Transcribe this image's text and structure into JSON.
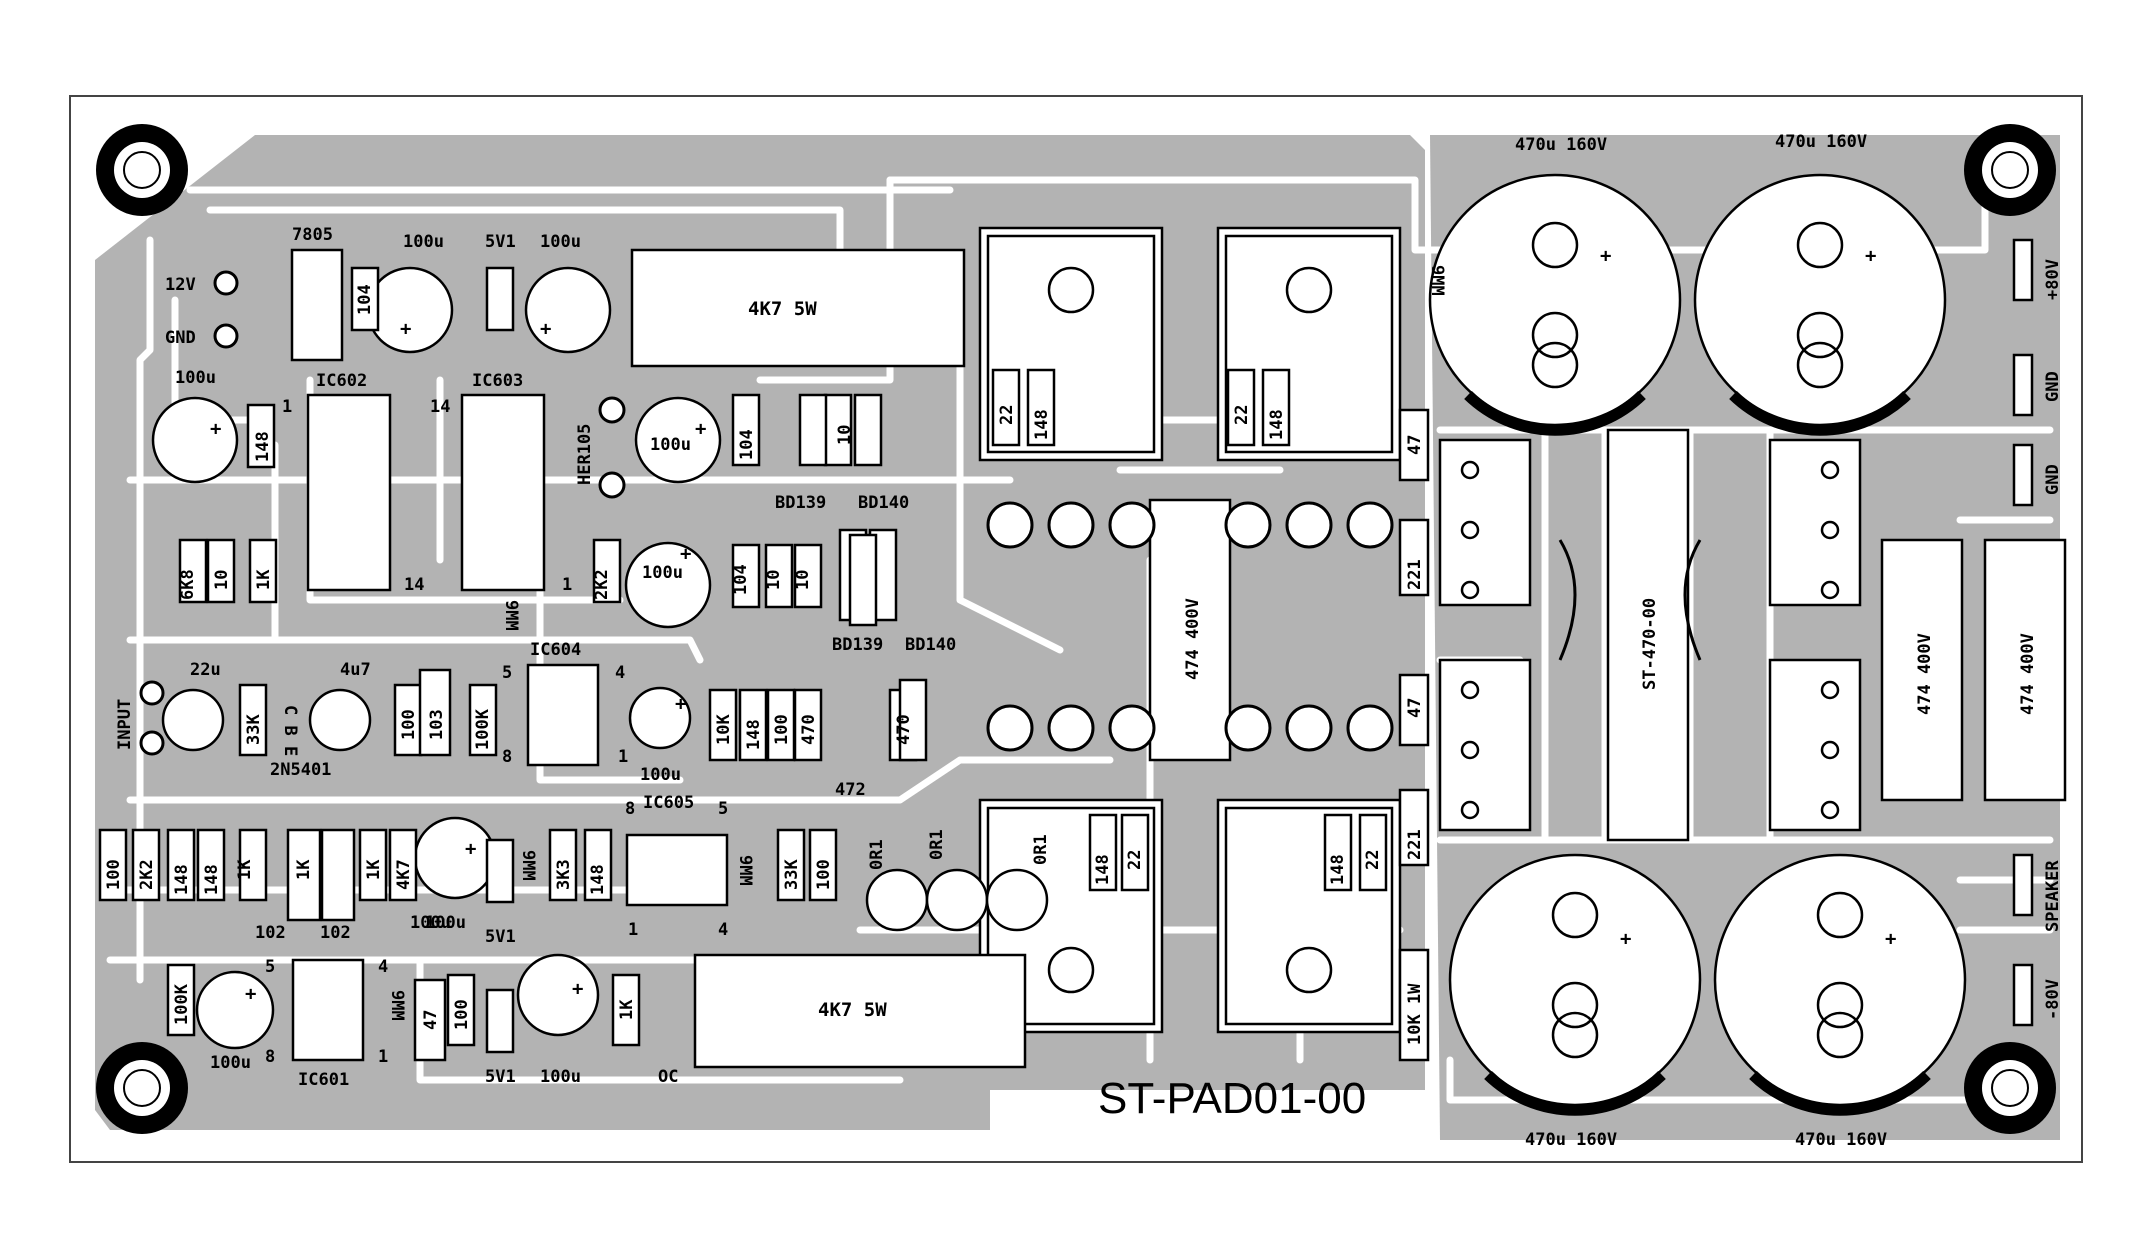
{
  "board": {
    "title": "ST-PAD01-00",
    "colors": {
      "copper": "#b3b3b3",
      "trace_gap": "#ffffff",
      "silk": "#000000",
      "background": "#ffffff"
    }
  },
  "labels": {
    "reg_7805": "7805",
    "ic602": "IC602",
    "ic603": "IC603",
    "ic604": "IC604",
    "ic605": "IC605",
    "ic601": "IC601",
    "v12": "12V",
    "gnd_in": "GND",
    "input": "INPUT",
    "cap_100u_a": "100u",
    "cap_100u_b": "100u",
    "cap_100u_c": "100u",
    "cap_100u_d": "100u",
    "cap_100u_e": "100u",
    "cap_100u_f": "100u",
    "cap_100u_g": "100u",
    "cap_100u_h": "100u",
    "cap_100u_i": "100u",
    "cap_100u_j": "100u",
    "z5v1_a": "5V1",
    "z5v1_b": "5V1",
    "z5v1_c": "5V1",
    "r4k7_5w_top": "4K7 5W",
    "r4k7_5w_bot": "4K7 5W",
    "her105": "HER105",
    "bd139_a": "BD139",
    "bd140_a": "BD140",
    "bd139_b": "BD139",
    "bd140_b": "BD140",
    "c104_a": "104",
    "c104_b": "104",
    "c104_c": "104",
    "r10_a": "10",
    "r10_b": "10",
    "r10_c": "10",
    "r10_d": "10",
    "d148_a": "148",
    "d148_b": "148",
    "d148_c": "148",
    "d148_d": "148",
    "d148_e": "148",
    "d148_f": "148",
    "d148_g": "148",
    "d148_h": "148",
    "d148_i": "148",
    "r6k8": "6K8",
    "r1k_a": "1K",
    "r1k_b": "1K",
    "r1k_c": "1K",
    "r1k_d": "1K",
    "r1k_e": "1K",
    "r2k2_a": "2K2",
    "r2k2_b": "2K2",
    "c22u": "22u",
    "c4u7": "4u7",
    "r33k_a": "33K",
    "r33k_b": "33K",
    "r100_a": "100",
    "r100_b": "100",
    "r100_c": "100",
    "r100_d": "100",
    "r100_e": "100",
    "c103": "103",
    "r100k_a": "100K",
    "r100k_b": "100K",
    "r10k": "10K",
    "r470_a": "470",
    "r470_b": "470",
    "c472": "472",
    "q2n5401": "2N5401",
    "cbe": "C B E",
    "r4k7": "4K7",
    "r3k3": "3K3",
    "c102_a": "102",
    "c102_b": "102",
    "l9mm_a": "9MM",
    "l9mm_b": "9MM",
    "l9mm_c": "9MM",
    "l9mm_d": "9MM",
    "l9mm_e": "9MM",
    "c47": "47",
    "r0_a": "0R1",
    "r0_b": "0R1",
    "r0_c": "0R1",
    "r22_a": "22",
    "r22_b": "22",
    "r22_c": "22",
    "r22_d": "22",
    "c474_a": "474 400V",
    "c474_b": "474 400V",
    "c474_c": "474 400V",
    "r47_a": "47",
    "r47_b": "47",
    "c221_a": "221",
    "c221_b": "221",
    "r10k1w": "10K 1W",
    "st470": "ST-470-00",
    "cap_470u_tl": "470u 160V",
    "cap_470u_tr": "470u 160V",
    "cap_470u_bl": "470u 160V",
    "cap_470u_br": "470u 160V",
    "p80": "+80V",
    "gnd_a": "GND",
    "gnd_b": "GND",
    "speaker": "SPEAKER",
    "m80": "-80V",
    "oc": "OC",
    "pin1": "1",
    "pin4": "4",
    "pin5": "5",
    "pin8": "8",
    "pin14": "14"
  }
}
